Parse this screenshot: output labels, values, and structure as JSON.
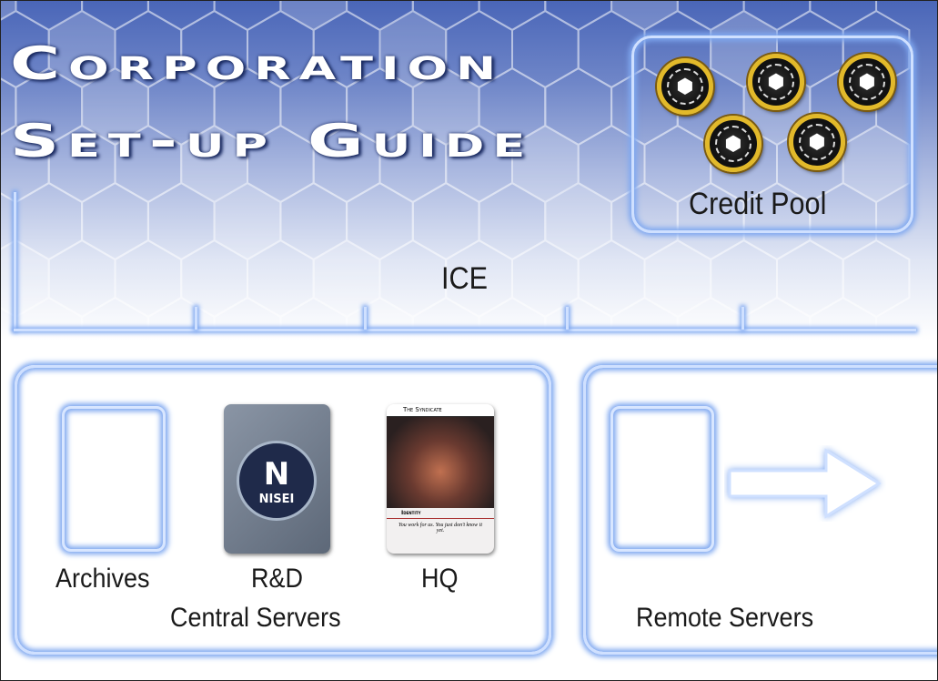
{
  "title": {
    "line1": "Corporation",
    "line2": "Set-up Guide"
  },
  "credit_pool": {
    "label": "Credit Pool",
    "coin_count": 5,
    "coin_icon": "credit-token-icon",
    "coin_color": "#e2b92a"
  },
  "ice": {
    "label": "ICE"
  },
  "central": {
    "label": "Central Servers",
    "archives": "Archives",
    "rnd": "R&D",
    "hq": "HQ",
    "rnd_card": {
      "logo": "NISEI"
    },
    "hq_card": {
      "name": "The Syndicate",
      "type": "Identity",
      "flavor": "You work for us. You just don't know it yet."
    }
  },
  "remote": {
    "label": "Remote Servers",
    "arrow_icon": "arrow-right-icon"
  },
  "colors": {
    "glow": "#7fa8f0",
    "background_top": "#4a66b8"
  }
}
